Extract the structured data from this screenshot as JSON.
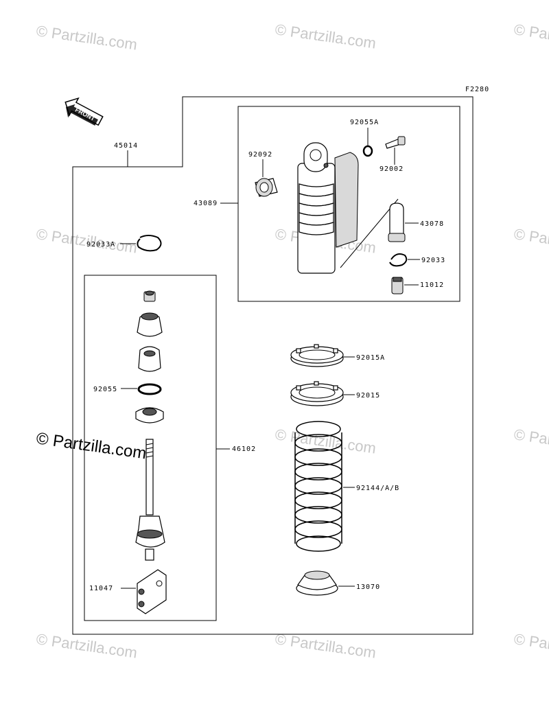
{
  "figure_code": "F2280",
  "direction_label": "FRONT",
  "watermark": "© Partzilla.com",
  "watermark_prominent": "© Partzilla.com",
  "parts": {
    "assembly": "45014",
    "shock_absorber": "43089",
    "bushing": "92092",
    "o_ring_a": "92055A",
    "valve": "92002",
    "cap": "43078",
    "circlip": "92033",
    "nut": "11012",
    "circlip_a": "92033A",
    "o_ring": "92055",
    "rod_assembly": "46102",
    "clevis": "11047",
    "nut_a": "92015A",
    "nut_b": "92015",
    "spring": "92144/A/B",
    "spring_seat": "13070"
  }
}
